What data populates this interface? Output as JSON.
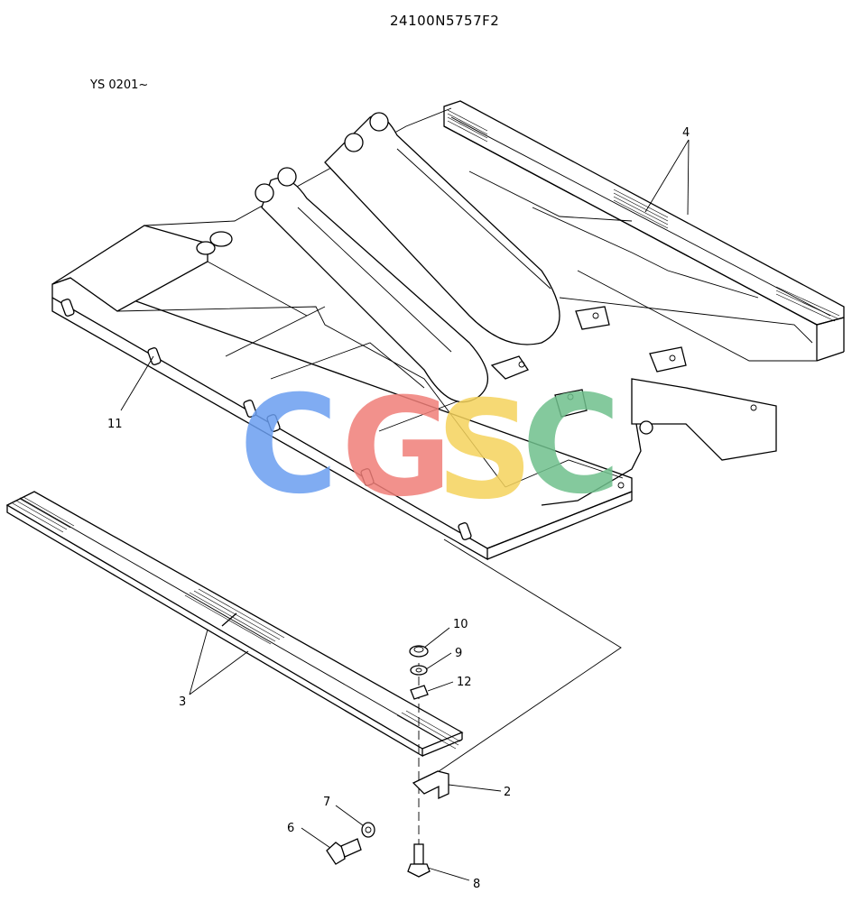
{
  "header": {
    "part_code": "24100N5757F2",
    "serial_range": "YS 0201~"
  },
  "callouts": {
    "c2": "2",
    "c3": "3",
    "c4": "4",
    "c6": "6",
    "c7": "7",
    "c8": "8",
    "c9": "9",
    "c10": "10",
    "c11": "11",
    "c12": "12"
  },
  "watermark": {
    "letters": [
      "C",
      "G",
      "S",
      "C"
    ],
    "colors": [
      "#6a9ef0",
      "#f07e78",
      "#f5d35c",
      "#6fc08c"
    ]
  }
}
